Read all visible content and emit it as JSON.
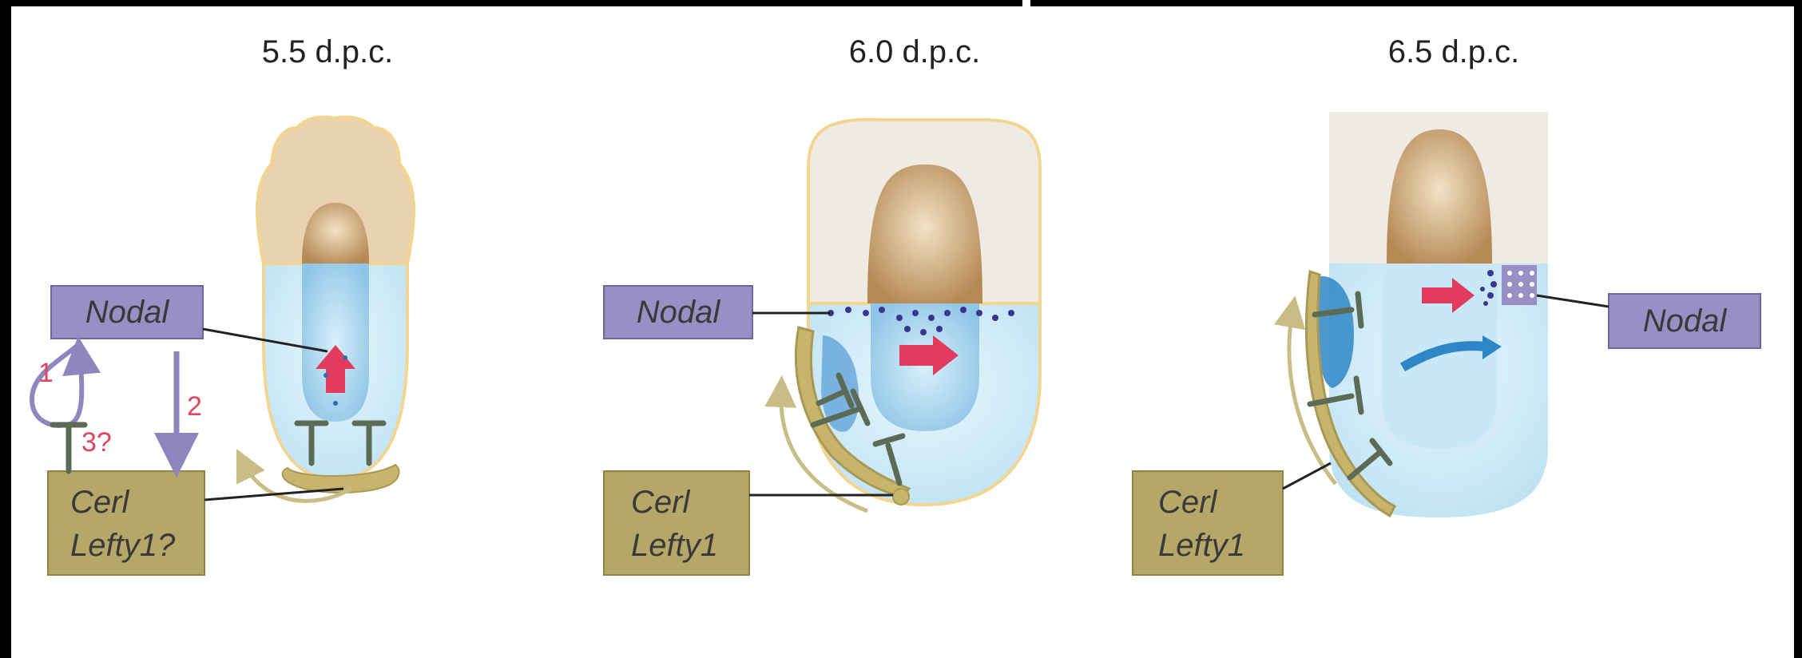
{
  "panels": [
    {
      "title": "5.5 d.p.c.",
      "nodal_label": "Nodal",
      "cerl_line1": "Cerl",
      "cerl_line2": "Lefty1?",
      "step_labels": [
        "1",
        "2",
        "3?"
      ]
    },
    {
      "title": "6.0 d.p.c.",
      "nodal_label": "Nodal",
      "cerl_line1": "Cerl",
      "cerl_line2": "Lefty1"
    },
    {
      "title": "6.5 d.p.c.",
      "nodal_label": "Nodal",
      "cerl_line1": "Cerl",
      "cerl_line2": "Lefty1"
    }
  ],
  "colors": {
    "border": "#000000",
    "nodal_box": "#9a8fc4",
    "cerl_box": "#b5a767",
    "extraembryonic": "#e9d2b0",
    "extraembryonic_pale": "#efebe3",
    "epiblast": "#d7f0fb",
    "cavity": "#b58a55",
    "inhibitor": "#5c6b55",
    "ave_cells": "#c8b56c",
    "red_arrow": "#e23b5e",
    "blue_arrow": "#2f86c6",
    "purple_arrow": "#8f86c0"
  }
}
